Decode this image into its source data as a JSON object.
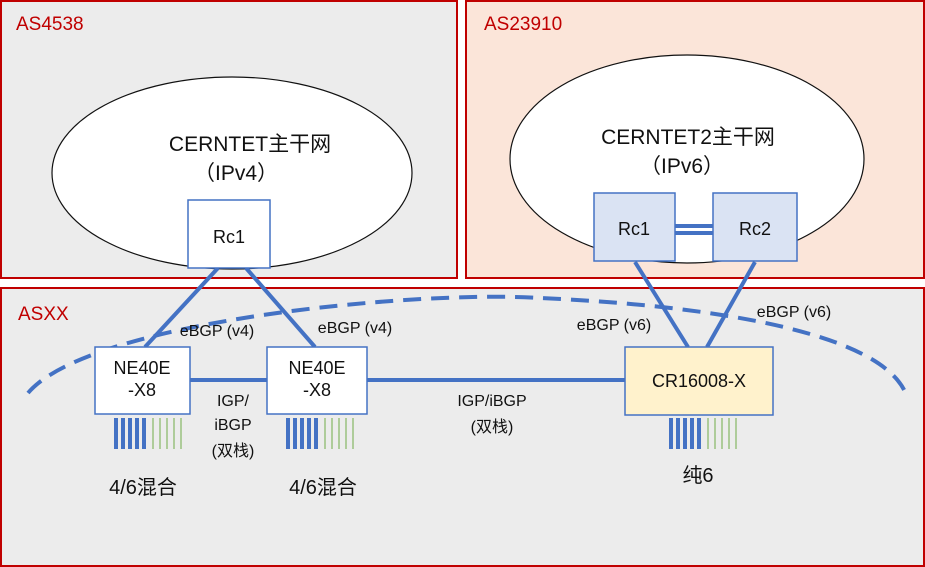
{
  "regions": {
    "as4538": {
      "label": "AS4538",
      "fill": "#ececec",
      "stroke": "#c00000"
    },
    "as23910": {
      "label": "AS23910",
      "fill": "#fbe5d9",
      "stroke": "#c00000"
    },
    "asxx": {
      "label": "ASXX",
      "fill": "#ececec",
      "stroke": "#c00000"
    }
  },
  "clouds": {
    "ipv4": {
      "line1": "CERNTET主干网",
      "line2": "（IPv4）"
    },
    "ipv6": {
      "line1": "CERNTET2主干网",
      "line2": "（IPv6）"
    }
  },
  "nodes": {
    "rc1_v4": "Rc1",
    "rc1_v6": "Rc1",
    "rc2_v6": "Rc2",
    "ne40e_a": {
      "line1": "NE40E",
      "line2": "-X8"
    },
    "ne40e_b": {
      "line1": "NE40E",
      "line2": "-X8"
    },
    "cr16008": "CR16008-X"
  },
  "edges": {
    "ebgp_v4_left": "eBGP (v4)",
    "ebgp_v4_right": "eBGP (v4)",
    "ebgp_v6_left": "eBGP (v6)",
    "ebgp_v6_right": "eBGP (v6)",
    "igp_left": {
      "line1": "IGP/",
      "line2": "iBGP",
      "line3": "(双栈)"
    },
    "igp_right": {
      "line1": "IGP/iBGP",
      "line2": "(双栈)"
    }
  },
  "footers": {
    "mixed_a": "4/6混合",
    "mixed_b": "4/6混合",
    "pure6": "纯6"
  },
  "colors": {
    "link": "#4472c4",
    "ipv6_node": "#dae3f3",
    "cr_node": "#fff2cc",
    "node_stroke": "#4472c4",
    "port_thick": "#4472c4",
    "port_thin": "#70ad47"
  }
}
